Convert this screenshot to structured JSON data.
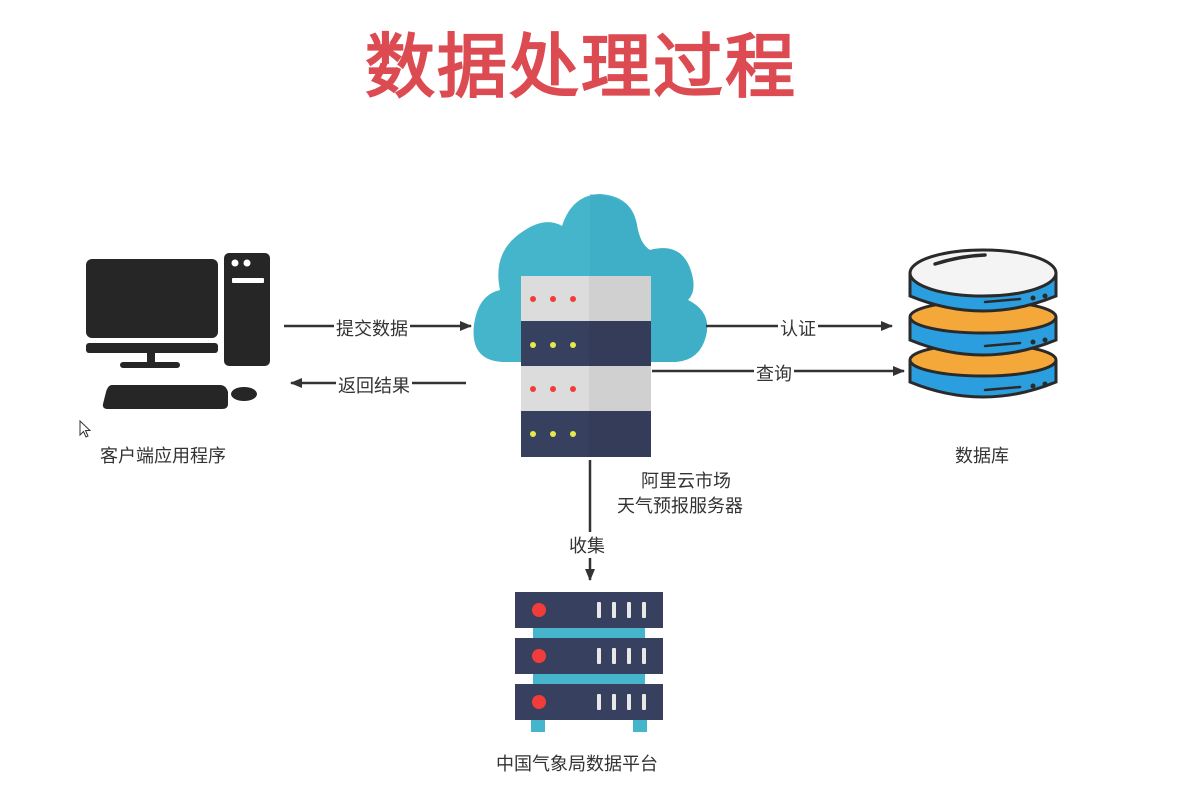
{
  "title": "数据处理过程",
  "nodes": {
    "client": {
      "label": "客户端应用程序",
      "icon": "desktop-computer-icon"
    },
    "cloud_server": {
      "label_line1": "阿里云市场",
      "label_line2": "天气预报服务器",
      "icon": "cloud-server-icon"
    },
    "database": {
      "label": "数据库",
      "icon": "database-icon"
    },
    "weather_platform": {
      "label": "中国气象局数据平台",
      "icon": "server-rack-icon"
    }
  },
  "edges": {
    "submit": {
      "label": "提交数据",
      "from": "client",
      "to": "cloud_server"
    },
    "return": {
      "label": "返回结果",
      "from": "cloud_server",
      "to": "client"
    },
    "auth": {
      "label": "认证",
      "from": "cloud_server",
      "to": "database"
    },
    "query": {
      "label": "查询",
      "from": "cloud_server",
      "to": "database"
    },
    "collect": {
      "label": "收集",
      "from": "cloud_server",
      "to": "weather_platform"
    }
  },
  "colors": {
    "title": "#dc4b52",
    "cloud": "#45b5cc",
    "server_dark": "#37405e",
    "server_light": "#dcdcdc",
    "db_blue": "#2b9ee0",
    "db_orange": "#f5a83a",
    "led_red": "#f23c3c",
    "led_yellow": "#e8e84a"
  }
}
